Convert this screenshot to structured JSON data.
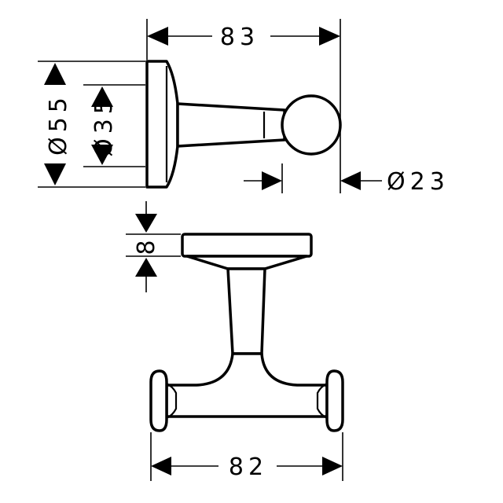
{
  "dimensions": {
    "width_top": "83",
    "diameter_55": "Ø55",
    "diameter_35": "Ø35",
    "diameter_23": "Ø23",
    "thickness": "8",
    "width_bottom": "82"
  }
}
